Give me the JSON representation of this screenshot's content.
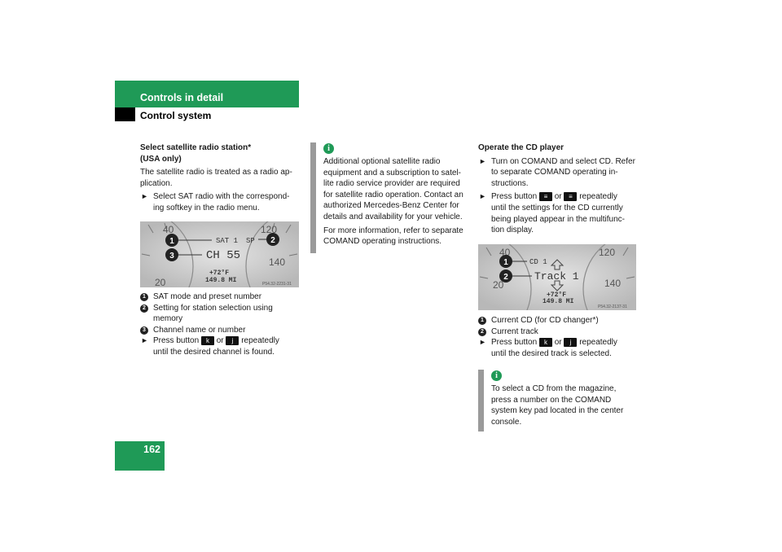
{
  "header": {
    "title": "Controls in detail",
    "subtitle": "Control system"
  },
  "page_number": "162",
  "col1": {
    "heading_line1": "Select satellite radio station*",
    "heading_line2": "(USA only)",
    "intro": [
      "The satellite radio is treated as a radio ap-",
      "plication."
    ],
    "step1": [
      "Select SAT radio with the correspond-",
      "ing softkey in the radio menu."
    ],
    "display": {
      "mode": "SAT 1",
      "sp": "SP",
      "channel": "CH 55",
      "temp": "+72°F",
      "odo": "149.8 MI",
      "gauge_left_top": "40",
      "gauge_left_bottom": "20",
      "gauge_right_top": "120",
      "gauge_right_bottom": "140",
      "code": "P54.32-2231-31"
    },
    "legend": [
      {
        "n": "1",
        "text": "SAT mode and preset number"
      },
      {
        "n": "2",
        "text": "Setting for station selection using",
        "text2": "memory"
      },
      {
        "n": "3",
        "text": "Channel name or number"
      }
    ],
    "step2_pre": "Press button",
    "step2_or": "or",
    "step2_post": "repeatedly",
    "step2_line2": "until the desired channel is found.",
    "btn_k": "k",
    "btn_j": "j"
  },
  "col2": {
    "info_icon": "i",
    "info_lines": [
      "Additional optional satellite radio",
      "equipment and a subscription to satel-",
      "lite radio service provider are required",
      "for satellite radio operation. Contact an",
      "authorized Mercedes-Benz Center for",
      "details and availability for your vehicle."
    ],
    "info_lines2": [
      "For more information, refer to separate",
      "COMAND operating instructions."
    ]
  },
  "col3": {
    "heading": "Operate the CD player",
    "step1": [
      "Turn on COMAND and select CD. Refer",
      "to separate COMAND operating in-",
      "structions."
    ],
    "step2_pre": "Press button",
    "step2_or": "or",
    "step2_post": "repeatedly",
    "step2_lines": [
      "until the settings for the CD currently",
      "being played appear in the multifunc-",
      "tion display."
    ],
    "btn_a": "≡",
    "btn_b": "≡",
    "display": {
      "cd": "CD 1",
      "track": "Track  1",
      "temp": "+72°F",
      "odo": "149.8 MI",
      "gauge_left_top": "40",
      "gauge_left_bottom": "20",
      "gauge_right_top": "120",
      "gauge_right_bottom": "140",
      "code": "P54.32-2137-31"
    },
    "legend": [
      {
        "n": "1",
        "text": "Current CD (for CD changer*)"
      },
      {
        "n": "2",
        "text": "Current track"
      }
    ],
    "step3_pre": "Press button",
    "step3_or": "or",
    "step3_post": "repeatedly",
    "step3_line2": "until the desired track is selected.",
    "btn_k": "k",
    "btn_j": "j",
    "info_icon": "i",
    "info_lines": [
      "To select a CD from the magazine,",
      "press a number on the COMAND",
      "system key pad located in the center",
      "console."
    ]
  },
  "colors": {
    "brand_green": "#1f9a57",
    "bar_gray": "#9a9a9a"
  }
}
